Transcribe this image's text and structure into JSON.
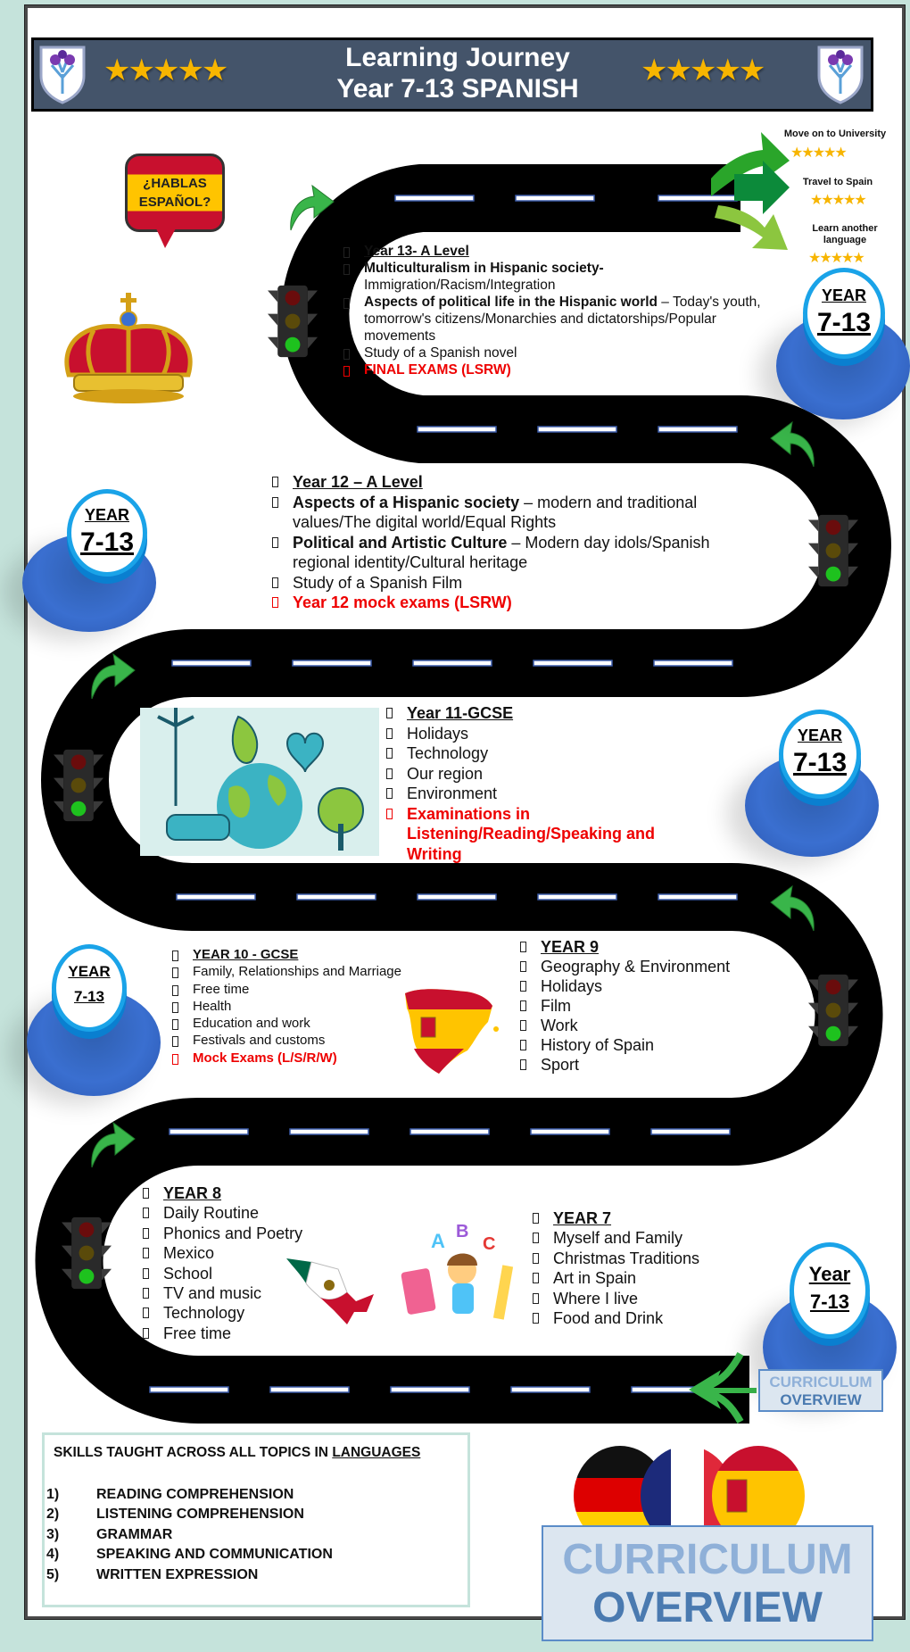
{
  "header": {
    "title_line1": "Learning Journey",
    "title_line2": "Year 7-13 SPANISH",
    "stars_left": "★★★★★",
    "stars_right": "★★★★★"
  },
  "bubble": {
    "line1": "¿HABLAS",
    "line2": "ESPAÑOL?"
  },
  "exits": [
    {
      "label": "Move on to University",
      "stars": "★★★★★"
    },
    {
      "label": "Travel to Spain",
      "stars": "★★★★★"
    },
    {
      "label": "Learn another language",
      "stars": "★★★★★"
    }
  ],
  "badges": [
    {
      "line1": "YEAR",
      "line2": "7-13"
    },
    {
      "line1": "YEAR",
      "line2": "7-13"
    },
    {
      "line1": "YEAR",
      "line2": "7-13"
    },
    {
      "line1": "YEAR",
      "line2": "7-13"
    },
    {
      "line1": "Year",
      "line2": "7-13"
    }
  ],
  "year13": {
    "heading": "Year 13- A Level",
    "item1_bold": "Multiculturalism in Hispanic society-",
    "item1_rest": "Immigration/Racism/Integration",
    "item2_bold": "Aspects of political life in the Hispanic world",
    "item2_rest": " – Today's youth, tomorrow's citizens/Monarchies and dictatorships/Popular movements",
    "item3": "Study of a Spanish novel",
    "exam": "FINAL EXAMS (LSRW)"
  },
  "year12": {
    "heading": "Year 12 – A Level",
    "item1_bold": "Aspects of a Hispanic society",
    "item1_rest": " – modern and traditional values/The digital world/Equal Rights",
    "item2_bold": "Political and Artistic Culture",
    "item2_rest": " – Modern day idols/Spanish regional identity/Cultural heritage",
    "item3": "Study of a Spanish Film",
    "exam": "Year 12 mock exams (LSRW)"
  },
  "year11": {
    "heading": "Year 11-GCSE",
    "items": [
      "Holidays",
      "Technology",
      "Our region",
      "Environment"
    ],
    "exam": "Examinations in Listening/Reading/Speaking and Writing"
  },
  "year10": {
    "heading": "YEAR 10 - GCSE",
    "items": [
      "Family, Relationships and Marriage",
      "Free time",
      "Health",
      "Education and work",
      "Festivals and customs"
    ],
    "exam": "Mock Exams (L/S/R/W)"
  },
  "year9": {
    "heading": "YEAR 9",
    "items": [
      "Geography & Environment",
      "Holidays",
      "Film",
      "Work",
      "History of Spain",
      "Sport"
    ]
  },
  "year8": {
    "heading": "YEAR 8",
    "items": [
      "Daily Routine",
      "Phonics and Poetry",
      "Mexico",
      "School",
      "TV and music",
      "Technology",
      "Free time"
    ]
  },
  "year7": {
    "heading": "YEAR 7",
    "items": [
      "Myself and Family",
      "Christmas Traditions",
      "Art in Spain",
      "Where I live",
      "Food and Drink"
    ]
  },
  "skills": {
    "title_prefix": "SKILLS TAUGHT ACROSS ALL TOPICS IN ",
    "title_underlined": "LANGUAGES",
    "items": [
      {
        "num": "1)",
        "text": "READING COMPREHENSION"
      },
      {
        "num": "2)",
        "text": "LISTENING COMPREHENSION"
      },
      {
        "num": "3)",
        "text": "GRAMMAR"
      },
      {
        "num": "4)",
        "text": "SPEAKING AND COMMUNICATION"
      },
      {
        "num": "5)",
        "text": "WRITTEN EXPRESSION"
      }
    ]
  },
  "curriculum": {
    "line1": "CURRICULUM",
    "line2": "OVERVIEW"
  },
  "colors": {
    "header": "#44546a",
    "background": "#c5e3db",
    "exam_red": "#ee0000",
    "badge_blue": "#1aa3e8"
  }
}
